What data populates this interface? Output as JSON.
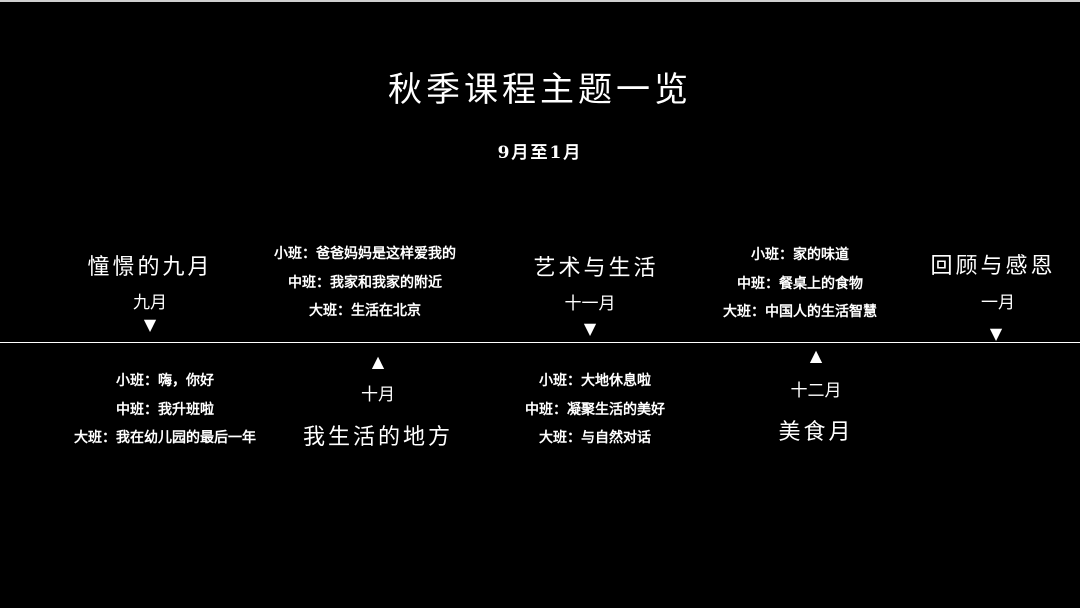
{
  "title": "秋季课程主题一览",
  "subtitle": "9月至1月",
  "months": {
    "sep": {
      "theme": "憧憬的九月",
      "month": "九月",
      "arrow": "▼",
      "classes": [
        "小班：嗨，你好",
        "中班：我升班啦",
        "大班：我在幼儿园的最后一年"
      ]
    },
    "oct": {
      "theme": "我生活的地方",
      "month": "十月",
      "arrow": "▲",
      "classes": [
        "小班：爸爸妈妈是这样爱我的",
        "中班：我家和我家的附近",
        "大班：生活在北京"
      ]
    },
    "nov": {
      "theme": "艺术与生活",
      "month": "十一月",
      "arrow": "▼",
      "classes": [
        "小班：大地休息啦",
        "中班：凝聚生活的美好",
        "大班：与自然对话"
      ]
    },
    "dec": {
      "theme": "美食月",
      "month": "十二月",
      "arrow": "▲",
      "classes": [
        "小班：家的味道",
        "中班：餐桌上的食物",
        "大班：中国人的生活智慧"
      ]
    },
    "jan": {
      "theme": "回顾与感恩",
      "month": "一月",
      "arrow": "▼"
    }
  }
}
